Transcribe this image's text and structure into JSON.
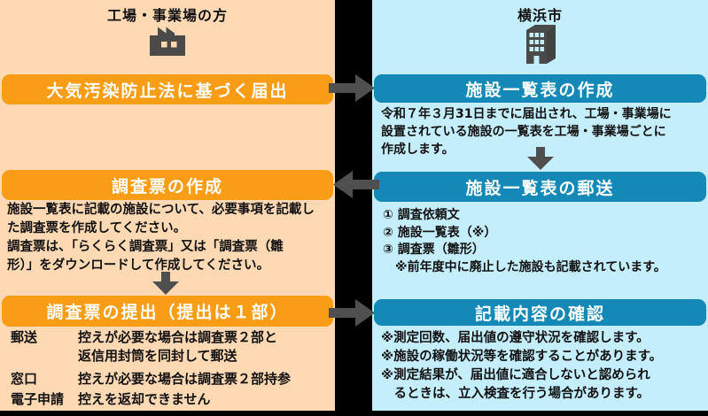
{
  "page": {
    "background_color": "#000000",
    "arrow_color": "#4F4F4F",
    "icons": [
      "factory-icon",
      "building-icon",
      "arrow-right-icon",
      "arrow-left-icon",
      "arrow-down-icon"
    ]
  },
  "left_panel": {
    "title": "工場・事業場の方",
    "panel_color": "#FFD9B4",
    "accent_color": "#FA9D16",
    "icon": "factory-icon",
    "step1": {
      "button": "大気汚染防止法に基づく届出"
    },
    "step2": {
      "button": "調査票の作成",
      "body": "施設一覧表に記載の施設について、必要事項を記載し\nた調査票を作成してください。\n調査票は、「らくらく調査票」又は「調査票（雛\n形）」をダウンロードして作成してください。"
    },
    "step3": {
      "button": "調査票の提出（提出は１部）",
      "methods": [
        {
          "label": "郵送",
          "text": "控えが必要な場合は調査票２部と\n返信用封筒を同封して郵送"
        },
        {
          "label": "窓口",
          "text": "控えが必要な場合は調査票２部持参"
        },
        {
          "label": "電子申請",
          "text": "控えを返却できません"
        }
      ]
    }
  },
  "right_panel": {
    "title": "横浜市",
    "panel_color": "#C4EEFB",
    "accent_color": "#1489B8",
    "icon": "building-icon",
    "step1": {
      "button": "施設一覧表の作成",
      "body": "令和７年３月31日までに届出され、工場・事業場に\n設置されている施設の一覧表を工場・事業場ごとに\n作成します。"
    },
    "step2": {
      "button": "施設一覧表の郵送",
      "body": "① 調査依頼文\n② 施設一覧表（※）\n③ 調査票（雛形）\n　※前年度中に廃止した施設も記載されています。"
    },
    "step3": {
      "button": "記載内容の確認",
      "body": "※測定回数、届出値の遵守状況を確認します。\n※施設の稼働状況等を確認することがあります。\n※測定結果が、届出値に適合しないと認められ\n　るときは、立入検査を行う場合があります。"
    }
  }
}
